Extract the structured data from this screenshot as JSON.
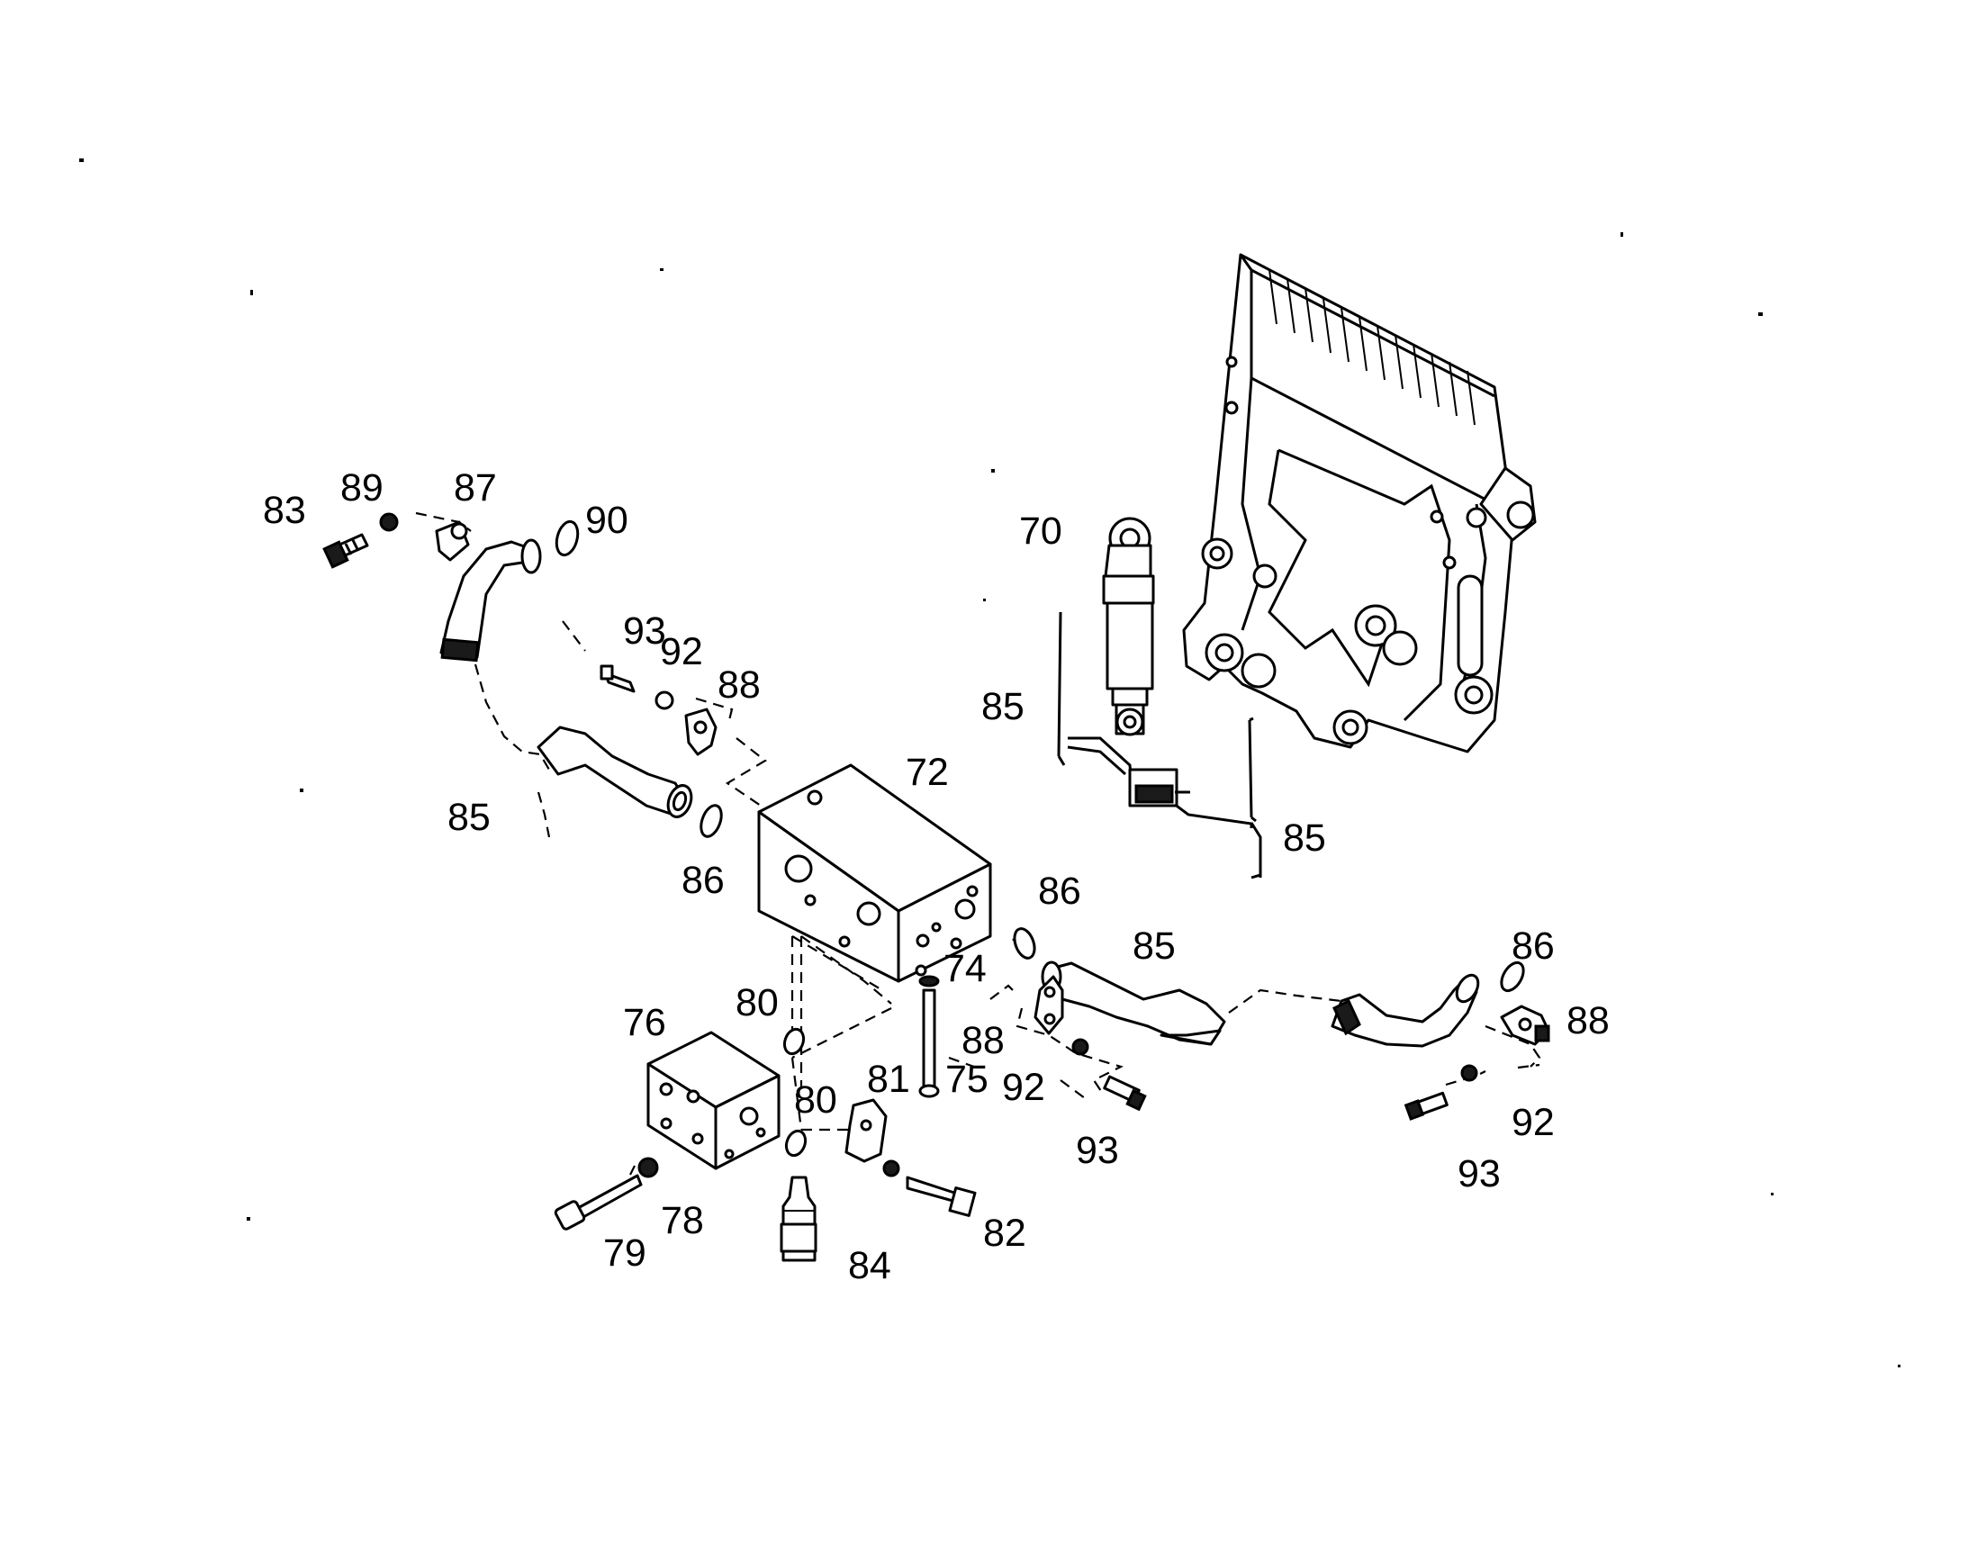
{
  "diagram": {
    "callouts": {
      "p70": "70",
      "p72": "72",
      "p74": "74",
      "p75": "75",
      "p76": "76",
      "p78": "78",
      "p79": "79",
      "p80a": "80",
      "p80b": "80",
      "p81": "81",
      "p82": "82",
      "p83": "83",
      "p84": "84",
      "p85_left": "85",
      "p85_cyl": "85",
      "p85_cable": "85",
      "p85_right": "85",
      "p86_left": "86",
      "p86_mid": "86",
      "p86_right": "86",
      "p87": "87",
      "p88_left": "88",
      "p88_mid": "88",
      "p88_right": "88",
      "p89": "89",
      "p90": "90",
      "p92_left": "92",
      "p92_mid": "92",
      "p92_right": "92",
      "p93_left": "93",
      "p93_mid": "93",
      "p93_right": "93"
    }
  }
}
